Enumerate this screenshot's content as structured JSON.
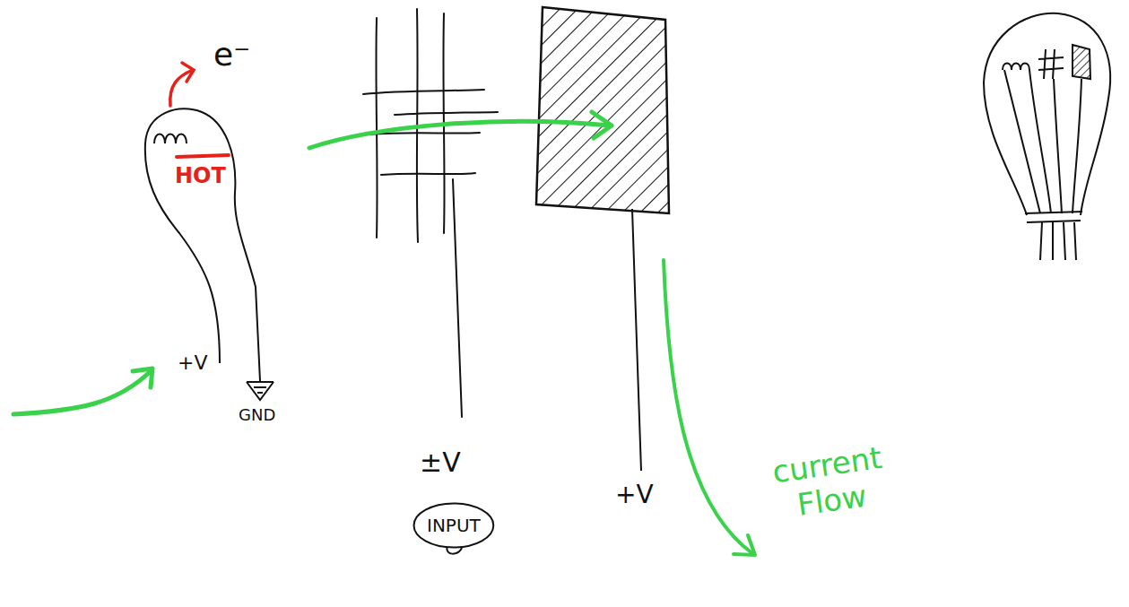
{
  "diagram": {
    "nodes": [
      {
        "text": [
          "HOT"
        ]
      },
      {
        "text": [
          "INPUT"
        ]
      }
    ],
    "labels": [
      "e⁻",
      "+V",
      "GND",
      "±V",
      "+V",
      "current Flow"
    ]
  }
}
